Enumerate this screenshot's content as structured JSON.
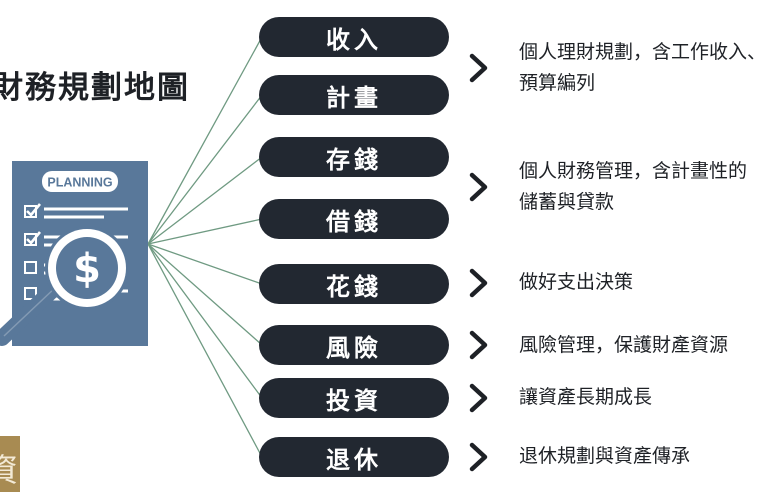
{
  "title": "財務規劃地圖",
  "document_icon": {
    "label": "PLANNING",
    "symbol": "$"
  },
  "items": [
    {
      "label": "收入"
    },
    {
      "label": "計畫"
    },
    {
      "label": "存錢"
    },
    {
      "label": "借錢"
    },
    {
      "label": "花錢"
    },
    {
      "label": "風險"
    },
    {
      "label": "投資"
    },
    {
      "label": "退休"
    }
  ],
  "descriptions": [
    {
      "lines": [
        "個人理財規劃，含工作收入、",
        "預算編列"
      ]
    },
    {
      "lines": [
        "個人財務管理，含計畫性的",
        "儲蓄與貸款"
      ]
    },
    {
      "lines": [
        "做好支出決策"
      ]
    },
    {
      "lines": [
        "風險管理，保護財產資源"
      ]
    },
    {
      "lines": [
        "讓資產長期成長"
      ]
    },
    {
      "lines": [
        "退休規劃與資產傳承"
      ]
    }
  ],
  "logo": {
    "glyph": "資"
  },
  "colors": {
    "pill": "#222831",
    "icon": "#59789a",
    "line": "#6f9a82",
    "logo": "#a88b52"
  }
}
